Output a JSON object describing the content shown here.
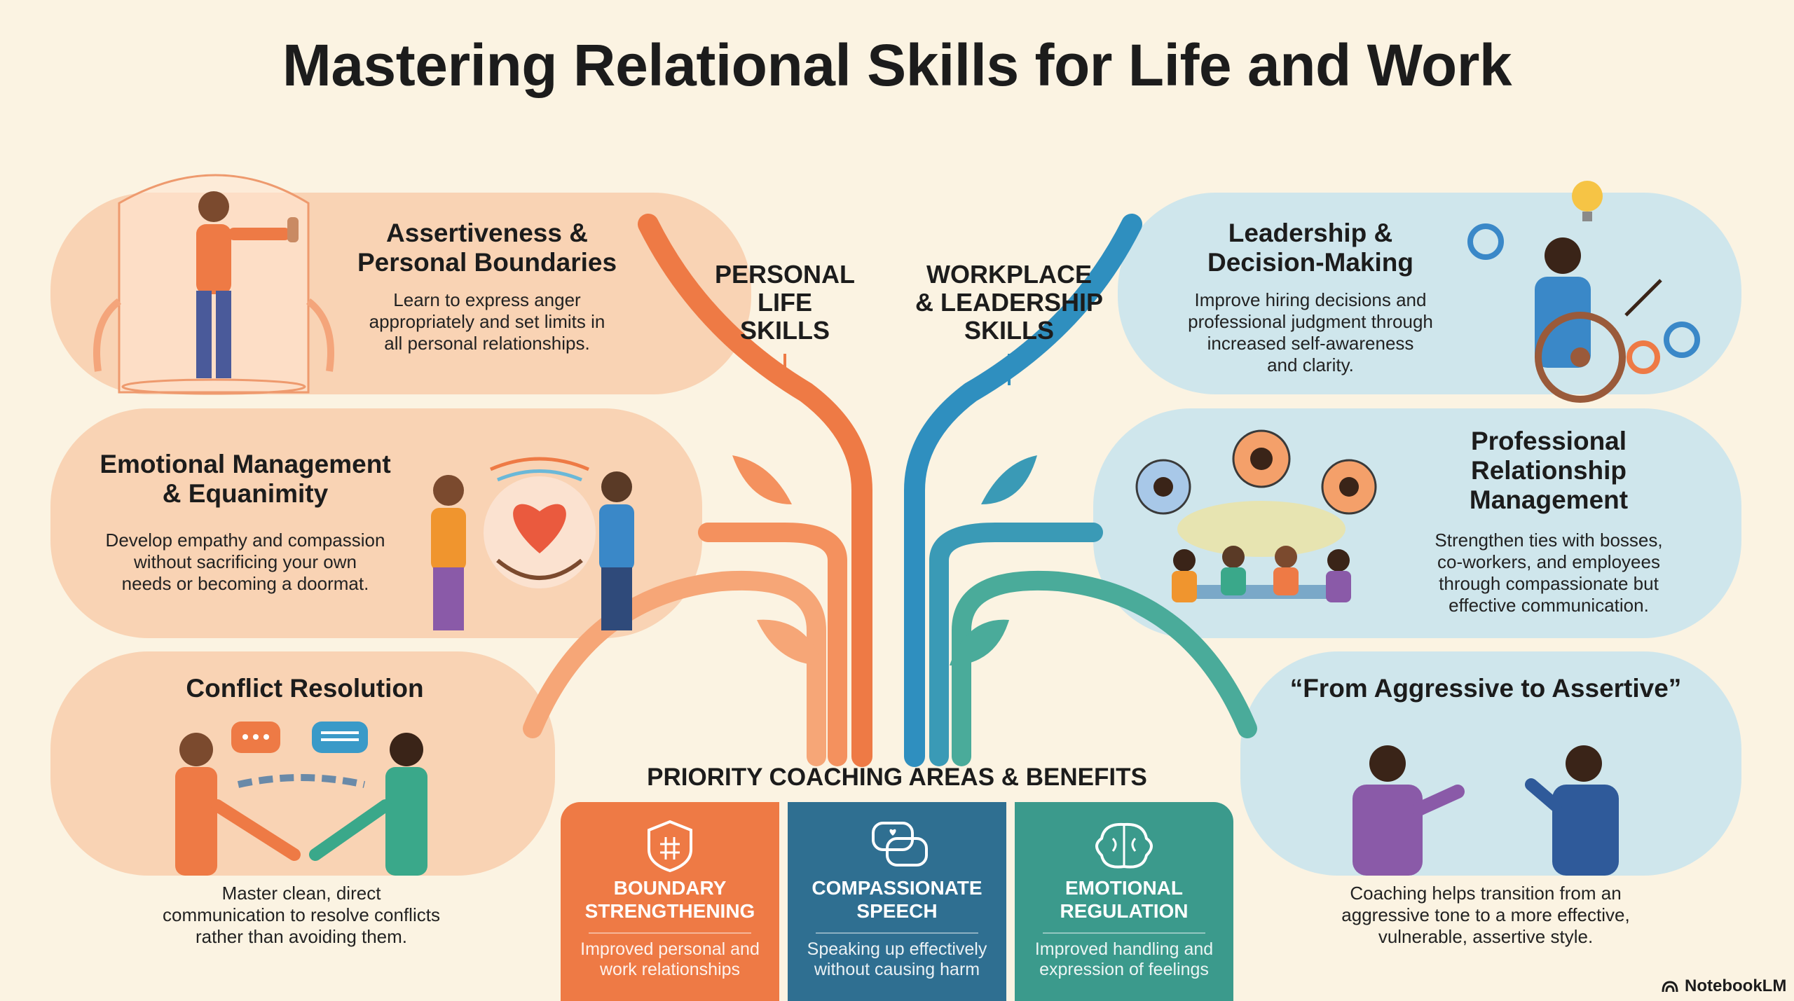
{
  "title": "Mastering Relational Skills for Life and Work",
  "center_labels": {
    "personal": "PERSONAL\nLIFE\nSKILLS",
    "workplace": "WORKPLACE\n& LEADERSHIP\nSKILLS"
  },
  "left_cards": [
    {
      "title": "Assertiveness &\nPersonal Boundaries",
      "text": "Learn to express anger\nappropriately and set limits in\nall personal relationships."
    },
    {
      "title": "Emotional Management\n& Equanimity",
      "text": "Develop empathy and compassion\nwithout sacrificing your own\nneeds or becoming a doormat."
    },
    {
      "title": "Conflict Resolution",
      "text": "Master clean, direct\ncommunication to resolve conflicts\nrather than avoiding them."
    }
  ],
  "right_cards": [
    {
      "title": "Leadership &\nDecision-Making",
      "text": "Improve hiring decisions and\nprofessional judgment through\nincreased self-awareness\nand clarity."
    },
    {
      "title": "Professional\nRelationship\nManagement",
      "text": "Strengthen ties with bosses,\nco-workers, and employees\nthrough compassionate but\neffective communication."
    },
    {
      "title": "“From Aggressive to Assertive”",
      "text": "Coaching helps transition from an\naggressive tone to a more effective,\nvulnerable, assertive style."
    }
  ],
  "priority": {
    "heading": "PRIORITY COACHING AREAS & BENEFITS",
    "tiles": [
      {
        "title": "BOUNDARY\nSTRENGTHENING",
        "text": "Improved personal and\nwork relationships",
        "color": "#ee7a45",
        "icon": "shield-icon"
      },
      {
        "title": "COMPASSIONATE\nSPEECH",
        "text": "Speaking up effectively\nwithout causing harm",
        "color": "#2f6f91",
        "icon": "speech-bubbles-icon"
      },
      {
        "title": "EMOTIONAL\nREGULATION",
        "text": "Improved handling and\nexpression of feelings",
        "color": "#3b9a8c",
        "icon": "brain-icon"
      }
    ]
  },
  "brand": "NotebookLM",
  "colors": {
    "peach": "#f9d3b4",
    "orange": "#ee7a45",
    "blue": "#2f8fbf",
    "light_blue": "#cfe6ec",
    "teal": "#3b9a8c"
  }
}
